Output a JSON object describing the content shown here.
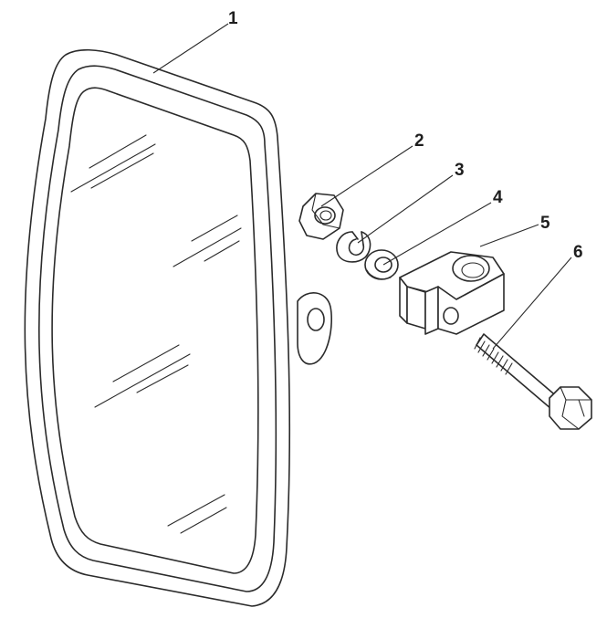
{
  "callouts": [
    {
      "id": "1",
      "label": "1"
    },
    {
      "id": "2",
      "label": "2"
    },
    {
      "id": "3",
      "label": "3"
    },
    {
      "id": "4",
      "label": "4"
    },
    {
      "id": "5",
      "label": "5"
    },
    {
      "id": "6",
      "label": "6"
    }
  ],
  "colors": {
    "line": "#2b2b2b",
    "background": "#ffffff"
  }
}
